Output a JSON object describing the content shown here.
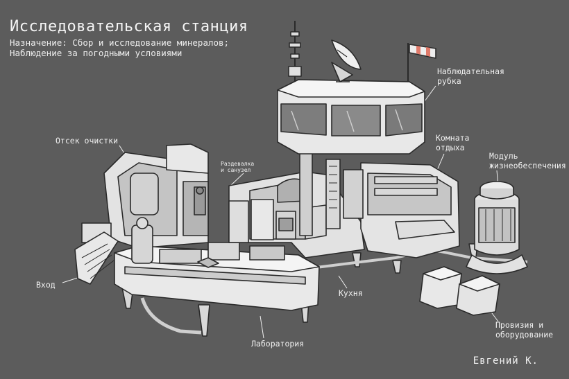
{
  "title": "Исследовательская станция",
  "subtitle_line1": "Назначение: Сбор и исследование минералов;",
  "subtitle_line2": "Наблюдение за погодными условиями",
  "labels": {
    "observation_line1": "Наблюдательная",
    "observation_line2": "рубка",
    "cleaning": "Отсек очистки",
    "locker_line1": "Раздевалка",
    "locker_line2": "и санузел",
    "rest_line1": "Комната",
    "rest_line2": "отдыха",
    "life_line1": "Модуль",
    "life_line2": "жизнеобеспечения",
    "entrance": "Вход",
    "kitchen": "Кухня",
    "lab": "Лаборатория",
    "supplies_line1": "Провизия и",
    "supplies_line2": "оборудование"
  },
  "signature": "Евгений К.",
  "colors": {
    "background": "#5c5c5c",
    "hull": "#e6e6e6",
    "hull_shadow": "#b8b8b8",
    "outline": "#2a2a2a",
    "windsock_stripe": "#e07a6a"
  }
}
